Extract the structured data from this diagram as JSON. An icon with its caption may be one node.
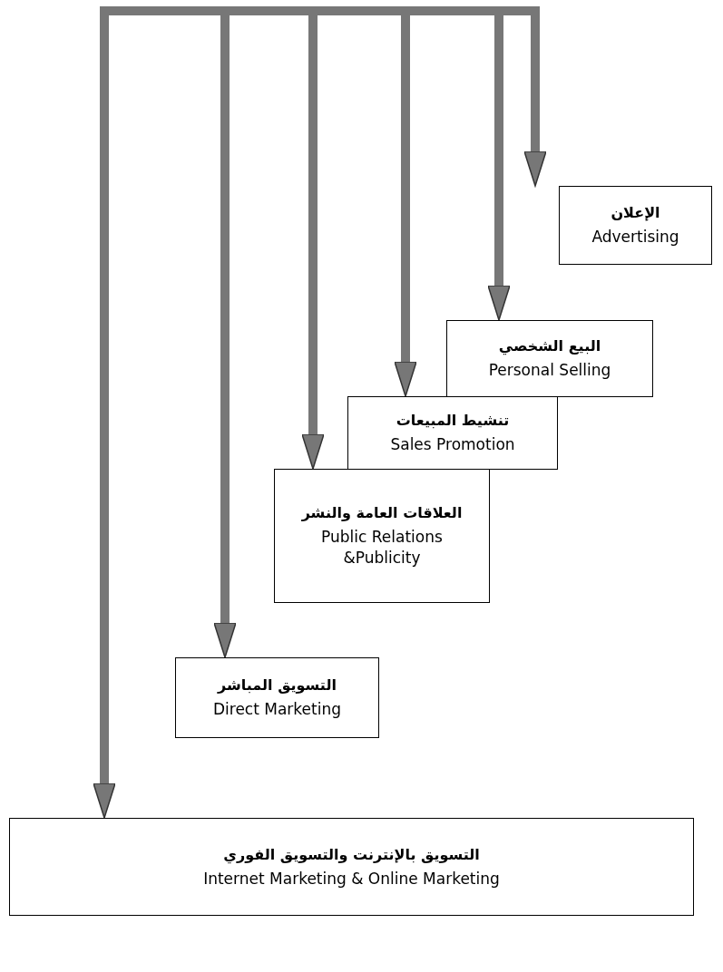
{
  "diagram": {
    "nodes": [
      {
        "text": [
          "الإعلان",
          "Advertising"
        ]
      },
      {
        "text": [
          "البيع الشخصي",
          "Personal Selling"
        ]
      },
      {
        "text": [
          "تنشيط المبيعات",
          "Sales Promotion"
        ]
      },
      {
        "text": [
          "العلاقات العامة والنشر",
          "Public Relations &Publicity"
        ]
      },
      {
        "text": [
          "التسويق المباشر",
          "Direct Marketing"
        ]
      },
      {
        "text": [
          "التسويق بالإنترنت والتسويق الفوري",
          "Internet Marketing & Online Marketing"
        ]
      }
    ],
    "edges": [
      {
        "from": null,
        "to": 0,
        "arrow": "to"
      },
      {
        "from": null,
        "to": 1,
        "arrow": "to"
      },
      {
        "from": null,
        "to": 2,
        "arrow": "to"
      },
      {
        "from": null,
        "to": 3,
        "arrow": "to"
      },
      {
        "from": null,
        "to": 4,
        "arrow": "to"
      },
      {
        "from": null,
        "to": 5,
        "arrow": "to"
      }
    ]
  }
}
